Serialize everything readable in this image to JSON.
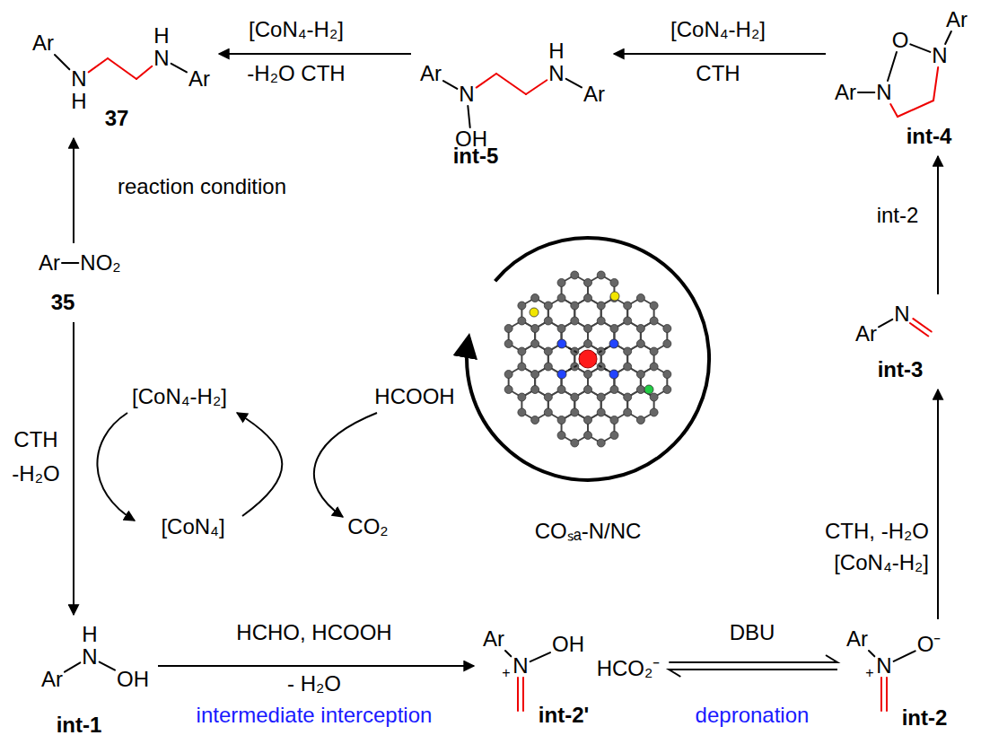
{
  "diagram": {
    "nodes": [
      {
        "text": [
          "Ar",
          "N",
          "H",
          "N",
          "H",
          "Ar",
          "37"
        ]
      },
      {
        "text": [
          "Ar",
          "N",
          "OH",
          "N",
          "H",
          "Ar",
          "int-5"
        ]
      },
      {
        "text": [
          "Ar",
          "O",
          "N",
          "Ar",
          "N",
          "int-4"
        ]
      },
      {
        "text": [
          "Ar",
          "NO₂",
          "35"
        ]
      },
      {
        "text": [
          "Ar",
          "N",
          "int-3"
        ]
      },
      {
        "text": [
          "H",
          "N",
          "Ar",
          "OH",
          "int-1"
        ]
      },
      {
        "text": [
          "Ar",
          "+",
          "N",
          "OH",
          "HCO₂⁻",
          "int-2'"
        ]
      },
      {
        "text": [
          "Ar",
          "+",
          "N",
          "O⁻",
          "int-2"
        ]
      }
    ],
    "edges": [
      {
        "from": 3,
        "to": 0,
        "arrow": "to"
      },
      {
        "from": 3,
        "to": 5,
        "arrow": "to"
      },
      {
        "from": 5,
        "to": 6,
        "arrow": "to"
      },
      {
        "from": 6,
        "to": 7,
        "arrow": "both"
      },
      {
        "from": 7,
        "to": 4,
        "arrow": "to"
      },
      {
        "from": 4,
        "to": 2,
        "arrow": "to"
      },
      {
        "from": 2,
        "to": 1,
        "arrow": "to"
      },
      {
        "from": 1,
        "to": 0,
        "arrow": "to"
      }
    ],
    "labels": [
      "[CoN₄-H₂]",
      "-H₂O CTH",
      "[CoN₄-H₂]",
      "CTH",
      "int-2",
      "reaction condition",
      "CTH",
      "-H₂O",
      "[CoN₄-H₂]",
      "[CoN₄]",
      "HCOOH",
      "CO₂",
      "COₛₐ-N/NC",
      "CTH, -H₂O",
      "[CoN₄-H₂]",
      "HCHO, HCOOH",
      "- H₂O",
      "intermediate interception",
      "DBU",
      "depronation"
    ]
  }
}
